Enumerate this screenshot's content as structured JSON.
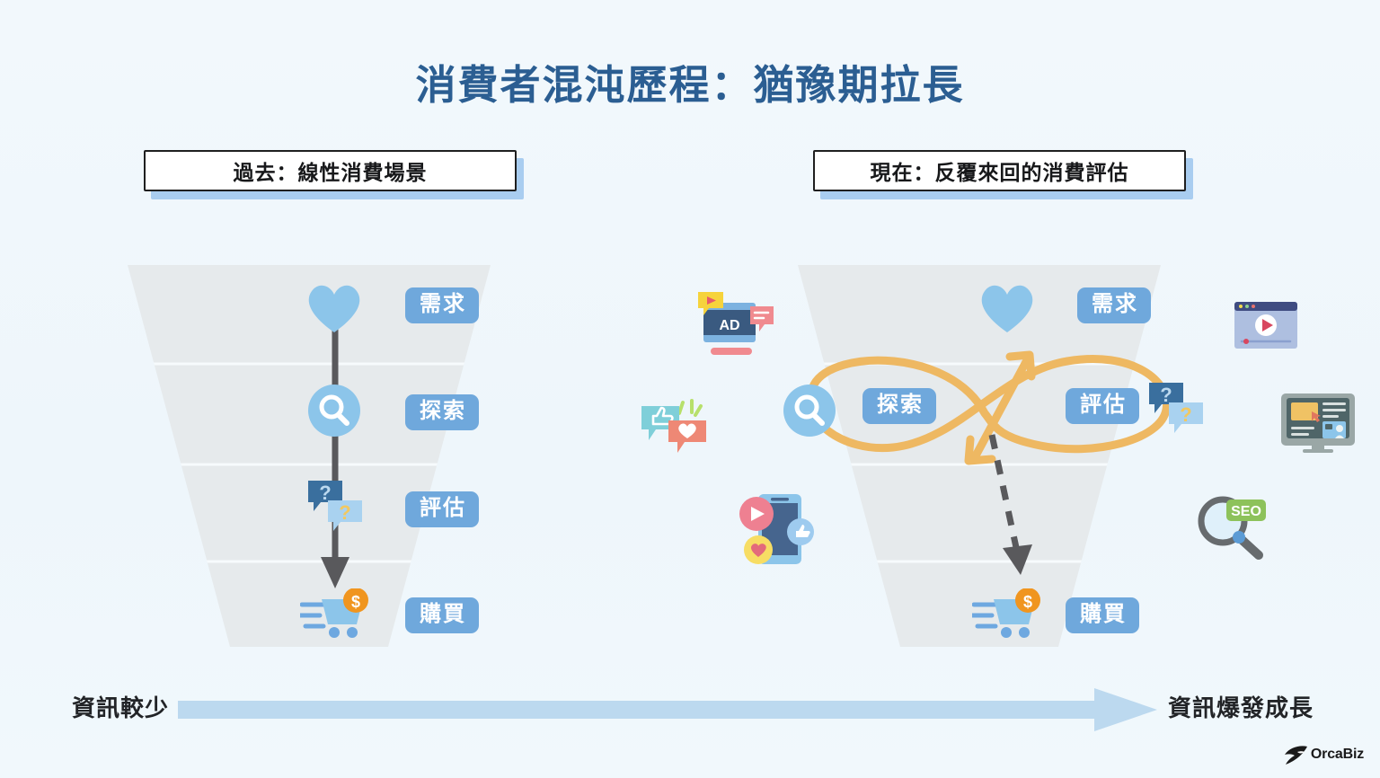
{
  "title": "消費者混沌歷程：猶豫期拉長",
  "panels": {
    "left": {
      "header": "過去：線性消費場景",
      "stages": [
        {
          "label": "需求",
          "icon": "heart-icon"
        },
        {
          "label": "探索",
          "icon": "search-circle-icon"
        },
        {
          "label": "評估",
          "icon": "question-bubbles-icon"
        },
        {
          "label": "購買",
          "icon": "shopping-cart-icon"
        }
      ],
      "flow": "straight-down-arrow"
    },
    "right": {
      "header": "現在：反覆來回的消費評估",
      "stages": [
        {
          "label": "需求",
          "icon": "heart-icon"
        },
        {
          "label": "探索",
          "icon": "search-circle-icon"
        },
        {
          "label": "評估",
          "icon": "question-bubbles-icon"
        },
        {
          "label": "購買",
          "icon": "shopping-cart-icon"
        }
      ],
      "flow": "infinity-loop-with-double-arrow",
      "exit_flow": "dashed-arrow-to-purchase"
    }
  },
  "floating_icons": [
    {
      "name": "ad-banner-icon",
      "label": "AD",
      "side": "left"
    },
    {
      "name": "social-reaction-icon",
      "label": "",
      "side": "left"
    },
    {
      "name": "mobile-media-icon",
      "label": "",
      "side": "left"
    },
    {
      "name": "video-player-window-icon",
      "label": "",
      "side": "right"
    },
    {
      "name": "desktop-monitor-icon",
      "label": "",
      "side": "right"
    },
    {
      "name": "seo-magnifier-icon",
      "label": "SEO",
      "side": "right"
    }
  ],
  "axis": {
    "left_label": "資訊較少",
    "right_label": "資訊爆發成長"
  },
  "logo": {
    "text": "OrcaBiz"
  },
  "colors": {
    "background": "#f0f7fc",
    "title": "#2b5e92",
    "pill": "#6fa8dc",
    "funnel": "#e6eaec",
    "loop": "#eeb862",
    "arrow_dark": "#59595c",
    "axis_arrow": "#bcd9ef",
    "seo_green": "#8dc25b",
    "coin_orange": "#f0951f"
  }
}
